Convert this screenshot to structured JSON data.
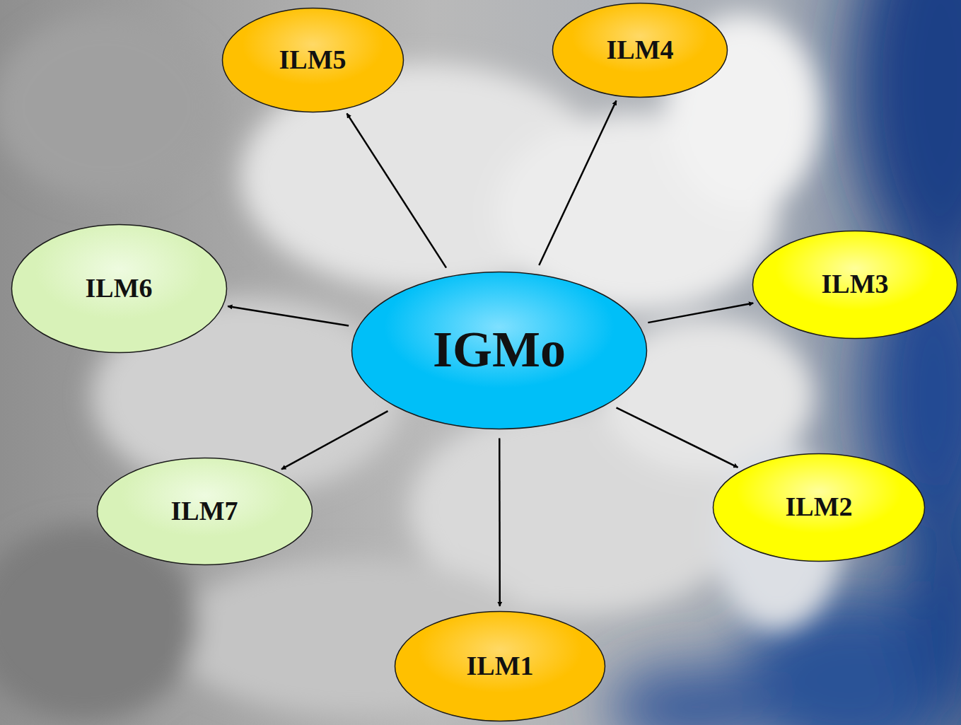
{
  "diagram": {
    "nodes": [
      {
        "text": [
          "IGMo"
        ]
      },
      {
        "text": [
          "ILM1"
        ]
      },
      {
        "text": [
          "ILM2"
        ]
      },
      {
        "text": [
          "ILM3"
        ]
      },
      {
        "text": [
          "ILM4"
        ]
      },
      {
        "text": [
          "ILM5"
        ]
      },
      {
        "text": [
          "ILM6"
        ]
      },
      {
        "text": [
          "ILM7"
        ]
      }
    ],
    "edges": [
      {
        "from": 0,
        "to": 1,
        "arrow": "to"
      },
      {
        "from": 0,
        "to": 2,
        "arrow": "to"
      },
      {
        "from": 0,
        "to": 3,
        "arrow": "to"
      },
      {
        "from": 0,
        "to": 4,
        "arrow": "to"
      },
      {
        "from": 0,
        "to": 5,
        "arrow": "to"
      },
      {
        "from": 0,
        "to": 6,
        "arrow": "to"
      },
      {
        "from": 0,
        "to": 7,
        "arrow": "to"
      }
    ]
  }
}
